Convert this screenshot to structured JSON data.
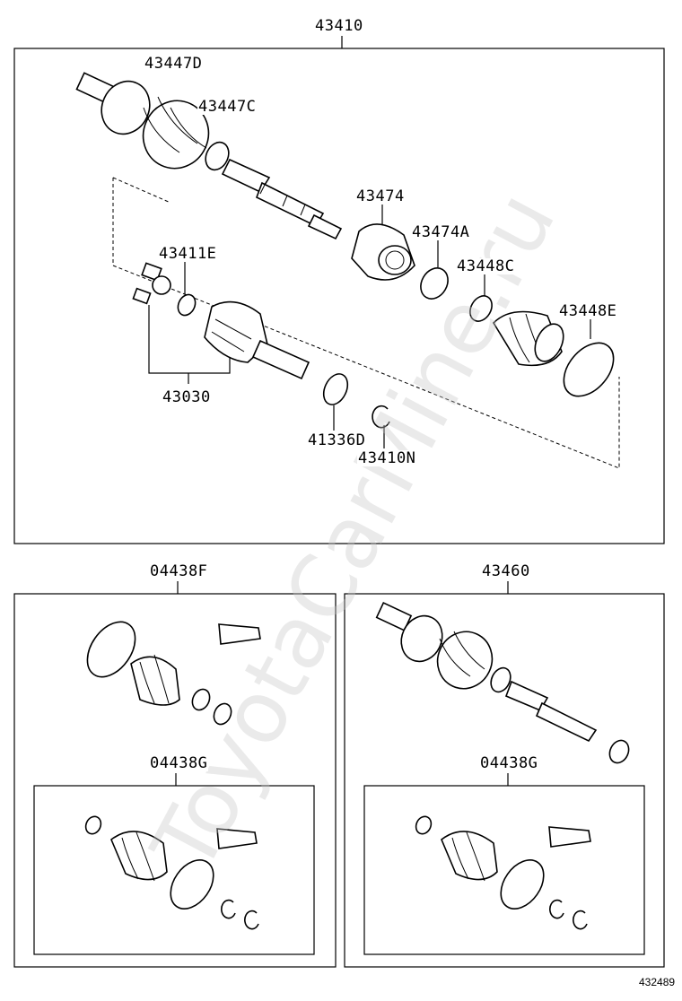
{
  "watermark": "ToyotaCarMine.ru",
  "figure_number": "432489",
  "labels": {
    "assy_main": "43410",
    "boot_outer_clamp_large": "43447D",
    "boot_outer_clamp_small": "43447C",
    "damper": "43474",
    "damper_clamp": "43474A",
    "boot_inner_clamp_small": "43448C",
    "boot_inner_clamp_large": "43448E",
    "tripod_snap_ring": "43411E",
    "inner_joint": "43030",
    "dust_seal": "41336D",
    "snap_ring": "43410N",
    "boot_kit_inner": "04438F",
    "boot_kit_inner_sub": "04438G",
    "outer_assy": "43460",
    "boot_kit_outer_sub": "04438G"
  }
}
